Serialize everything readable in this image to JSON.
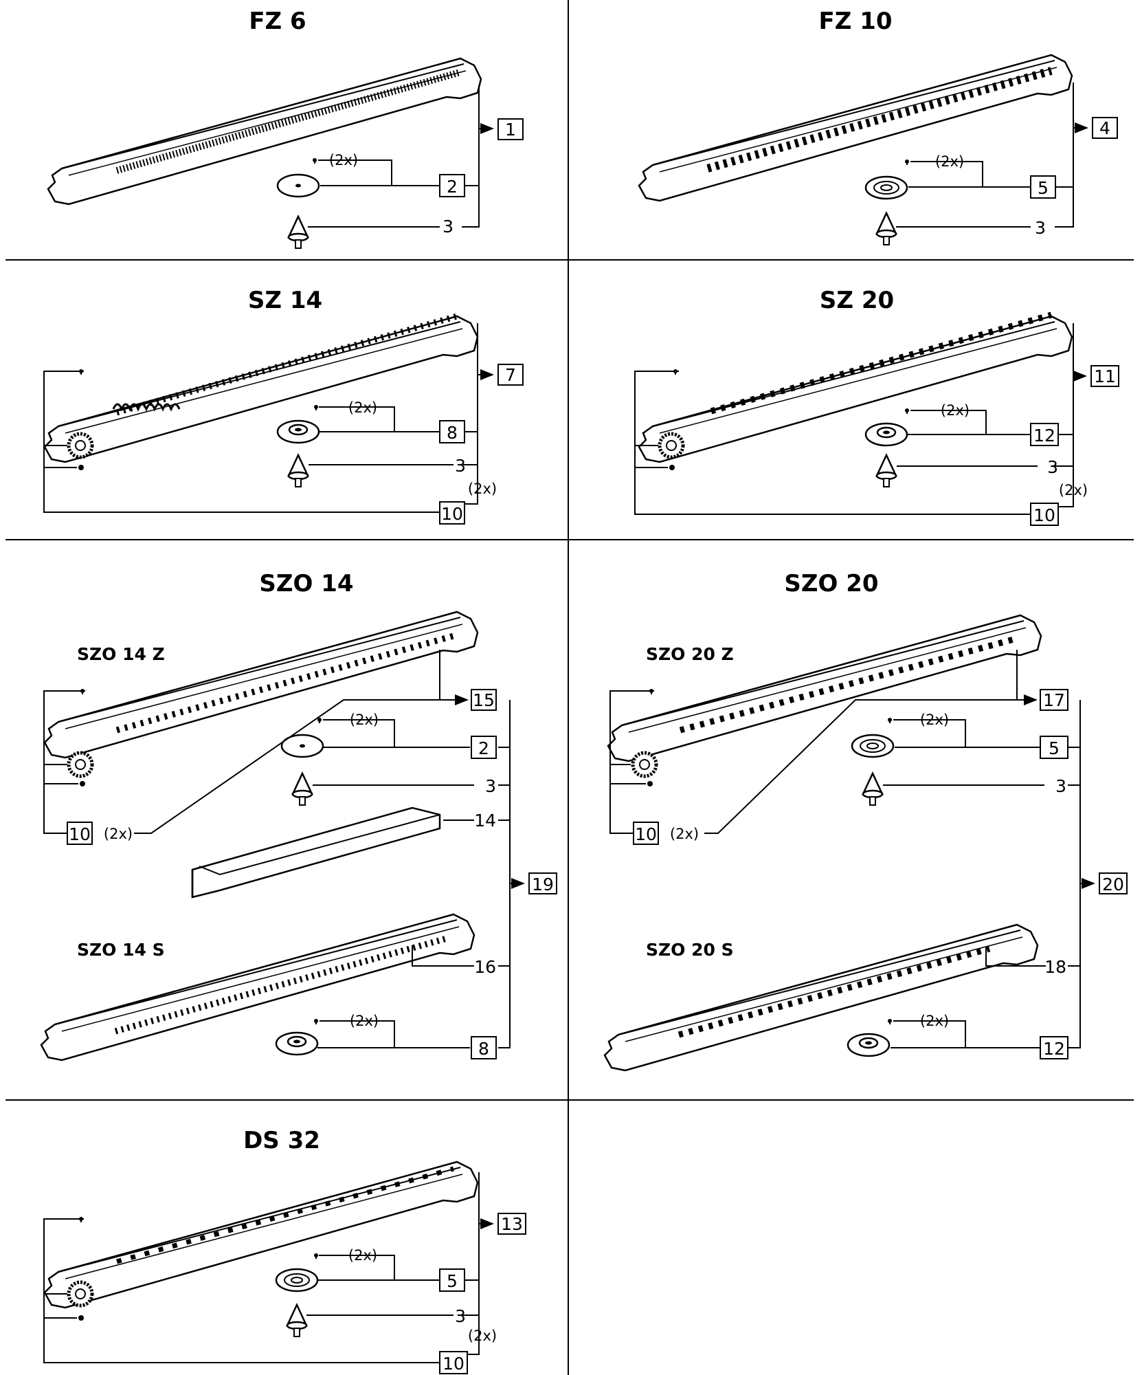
{
  "panels": {
    "fz6": {
      "title": "FZ 6",
      "n1": "1",
      "n2": "2",
      "n3": "3",
      "qty": "(2x)"
    },
    "fz10": {
      "title": "FZ 10",
      "n1": "4",
      "n2": "5",
      "n3": "3",
      "qty": "(2x)"
    },
    "sz14": {
      "title": "SZ 14",
      "n1": "7",
      "n2": "8",
      "n3": "3",
      "n4": "10",
      "qty": "(2x)",
      "qty2": "(2x)"
    },
    "sz20": {
      "title": "SZ 20",
      "n1": "11",
      "n2": "12",
      "n3": "3",
      "n4": "10",
      "qty": "(2x)",
      "qty2": "(2x)"
    },
    "szo14": {
      "title": "SZO 14",
      "sub_z": "SZO 14 Z",
      "sub_s": "SZO 14 S",
      "n15": "15",
      "n2": "2",
      "n3": "3",
      "n14": "14",
      "n19": "19",
      "n16": "16",
      "n8": "8",
      "n10": "10",
      "qty_a": "(2x)",
      "qty_b": "(2x)",
      "qty_c": "(2x)"
    },
    "szo20": {
      "title": "SZO 20",
      "sub_z": "SZO 20 Z",
      "sub_s": "SZO 20 S",
      "n17": "17",
      "n5": "5",
      "n3": "3",
      "n20": "20",
      "n18": "18",
      "n12": "12",
      "n10": "10",
      "qty_a": "(2x)",
      "qty_b": "(2x)",
      "qty_c": "(2x)"
    },
    "ds32": {
      "title": "DS 32",
      "n1": "13",
      "n2": "5",
      "n3": "3",
      "n4": "10",
      "qty": "(2x)",
      "qty2": "(2x)"
    }
  }
}
